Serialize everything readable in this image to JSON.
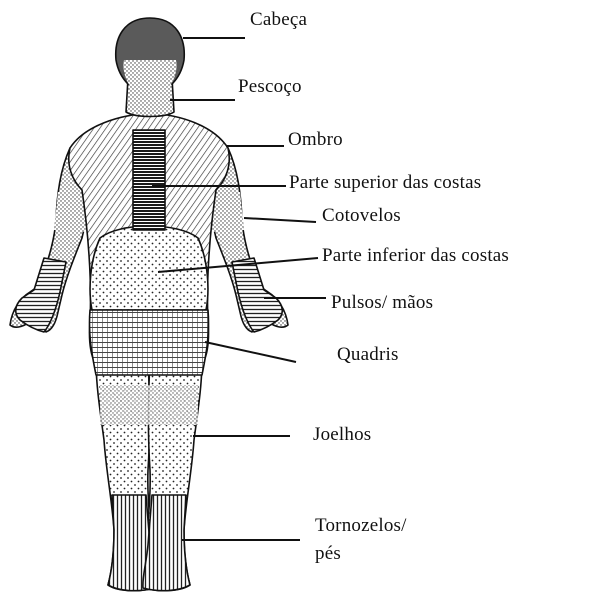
{
  "colors": {
    "ink": "#111111",
    "head": "#5a5a5a",
    "paper": "#ffffff"
  },
  "labels": {
    "head": "Cabeça",
    "neck": "Pescoço",
    "shoulder": "Ombro",
    "upper_back": "Parte superior das costas",
    "elbows": "Cotovelos",
    "lower_back": "Parte inferior das costas",
    "wrists_hands": "Pulsos/ mãos",
    "hips": "Quadris",
    "knees": "Joelhos",
    "ankles_feet_line1": "Tornozelos/",
    "ankles_feet_line2": "pés"
  }
}
